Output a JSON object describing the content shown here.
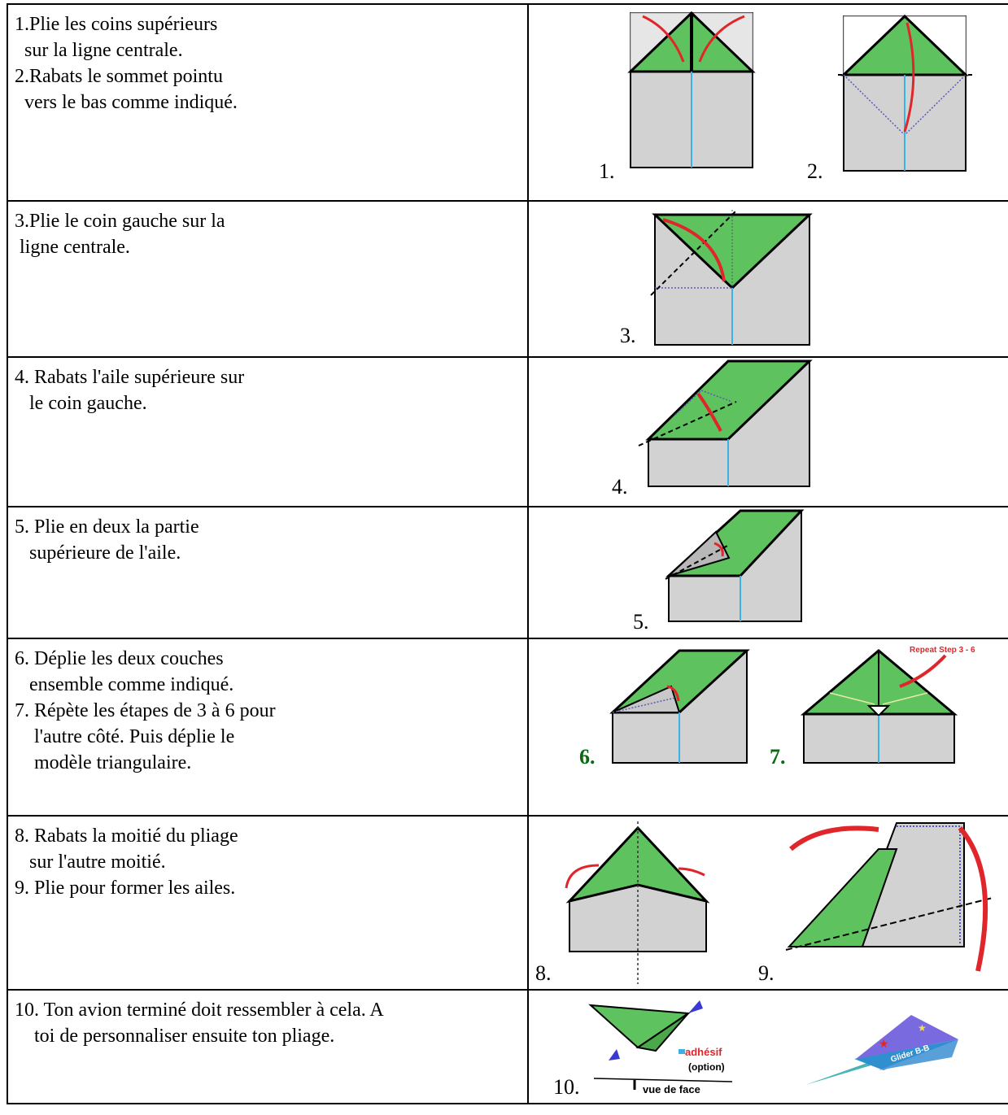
{
  "steps": [
    {
      "lines": [
        "1.Plie les coins supérieurs",
        "  sur la ligne centrale.",
        "2.Rabats le sommet pointu",
        "  vers le bas comme indiqué."
      ],
      "figs": [
        "1.",
        "2."
      ]
    },
    {
      "lines": [
        "3.Plie le coin gauche sur la",
        " ligne centrale."
      ],
      "figs": [
        "3."
      ]
    },
    {
      "lines": [
        "4. Rabats l'aile supérieure sur",
        "   le coin gauche."
      ],
      "figs": [
        "4."
      ]
    },
    {
      "lines": [
        "5. Plie en deux la partie",
        "   supérieure de l'aile."
      ],
      "figs": [
        "5."
      ]
    },
    {
      "lines": [
        "6. Déplie les deux couches",
        "   ensemble comme indiqué.",
        "7. Répète les étapes de 3 à 6 pour",
        "    l'autre côté. Puis déplie le",
        "    modèle triangulaire."
      ],
      "figs": [
        "6.",
        "7."
      ]
    },
    {
      "lines": [
        "8. Rabats la moitié du pliage",
        "   sur l'autre moitié.",
        "9. Plie pour former les ailes."
      ],
      "figs": [
        "8.",
        "9."
      ]
    },
    {
      "lines": [
        "10. Ton avion terminé doit ressembler à cela. A",
        "    toi de personnaliser ensuite ton pliage."
      ],
      "figs": [
        "10."
      ]
    }
  ],
  "labels": {
    "repeat": "Repeat Step 3 - 6",
    "adhesif": "adhésif",
    "option": "(option)",
    "vue_de_face": "vue de face",
    "glider": "Glider B-B"
  },
  "colors": {
    "paper": "#d2d2d2",
    "fold": "#5ec25e",
    "arrow": "#e0262b",
    "center": "#39b3e6"
  }
}
